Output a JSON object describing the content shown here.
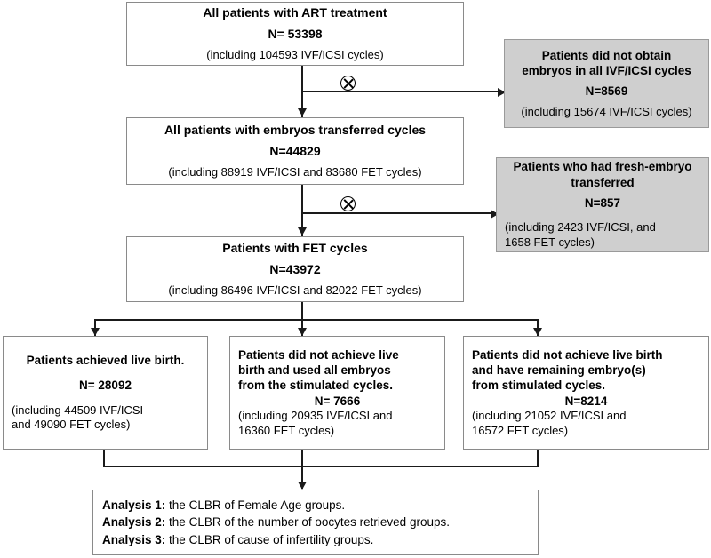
{
  "diagram": {
    "title": "ART treatment patient flow diagram",
    "marker_symbol": "circled-times"
  },
  "nodes": {
    "all_art": {
      "title": "All patients with ART treatment",
      "n": "N= 53398",
      "detail": "(including 104593 IVF/ICSI cycles)"
    },
    "no_embryos": {
      "title_line1": "Patients did not obtain",
      "title_line2": "embryos in all IVF/ICSI cycles",
      "n": "N=8569",
      "detail": "(including 15674 IVF/ICSI cycles)"
    },
    "embryos_transferred": {
      "title": "All patients with embryos transferred cycles",
      "n": "N=44829",
      "detail": "(including 88919 IVF/ICSI and 83680 FET cycles)"
    },
    "fresh_embryo": {
      "title_line1": "Patients who had fresh-embryo",
      "title_line2": "transferred",
      "n": "N=857",
      "detail_line1": "(including 2423 IVF/ICSI, and",
      "detail_line2": "1658 FET cycles)"
    },
    "fet_cycles": {
      "title": "Patients with FET cycles",
      "n": "N=43972",
      "detail": "(including 86496 IVF/ICSI and 82022 FET cycles)"
    },
    "live_birth": {
      "title_line1": "Patients achieved live birth.",
      "n": "N= 28092",
      "detail_line1": "(including 44509 IVF/ICSI",
      "detail_line2": "and 49090 FET cycles)"
    },
    "used_all_embryos": {
      "title_line1": "Patients did not achieve live",
      "title_line2": "birth and used all embryos",
      "title_line3": "from the stimulated cycles.",
      "n": "N= 7666",
      "detail_line1": "(including 20935 IVF/ICSI and",
      "detail_line2": "16360 FET cycles)"
    },
    "remaining_embryos": {
      "title_line1": "Patients did not achieve live birth",
      "title_line2": "and have remaining embryo(s)",
      "title_line3": "from stimulated cycles.",
      "n": "N=8214",
      "detail_line1": "(including 21052 IVF/ICSI and",
      "detail_line2": "16572 FET cycles)"
    },
    "analysis": {
      "line1_tag": "Analysis 1:",
      "line1_text": " the CLBR of Female Age groups.",
      "line2_tag": "Analysis 2:",
      "line2_text": " the CLBR of the number of oocytes  retrieved groups.",
      "line3_tag": "Analysis 3:",
      "line3_text": " the CLBR of cause of infertility groups."
    }
  },
  "colors": {
    "excluded_fill": "#cfcfcf",
    "box_border": "#8a8a8a",
    "line": "#1a1a1a",
    "text": "#000000"
  }
}
